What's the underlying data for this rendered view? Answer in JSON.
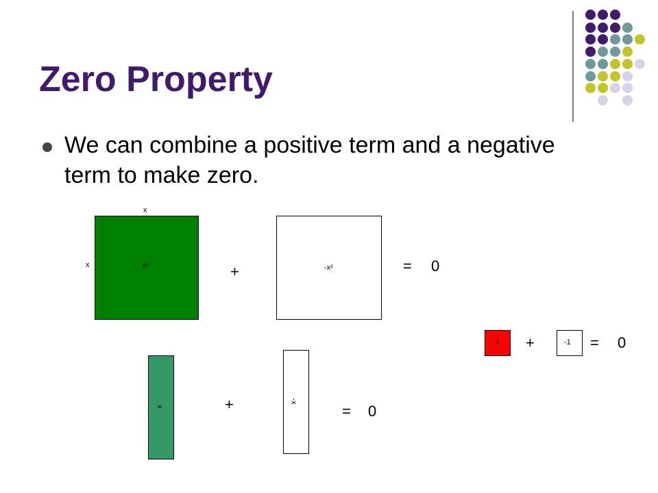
{
  "slide": {
    "title": "Zero Property",
    "bullet": "We can combine a positive term and a negative term to make zero."
  },
  "colors": {
    "title": "#3f1a6e",
    "purple_dot": "#3f1a6e",
    "teal_dot": "#6f9a9a",
    "yellow_dot": "#c3c32a",
    "lavender_dot": "#d4d4e6",
    "x_squared_tile": "#008000",
    "x_tile": "#339966",
    "unit_tile": "#ff0000"
  },
  "x_squared_row": {
    "top_label": "x",
    "side_label": "x",
    "positive_label": "x²",
    "plus": "+",
    "negative_label": "-x²",
    "equals": "=",
    "result": "0"
  },
  "x_row": {
    "positive_label": "x",
    "plus": "+",
    "negative_label": "-x",
    "equals": "=",
    "result": "0"
  },
  "unit_row": {
    "positive_label": "1",
    "plus": "+",
    "negative_label": "-1",
    "equals": "=",
    "result": "0"
  }
}
